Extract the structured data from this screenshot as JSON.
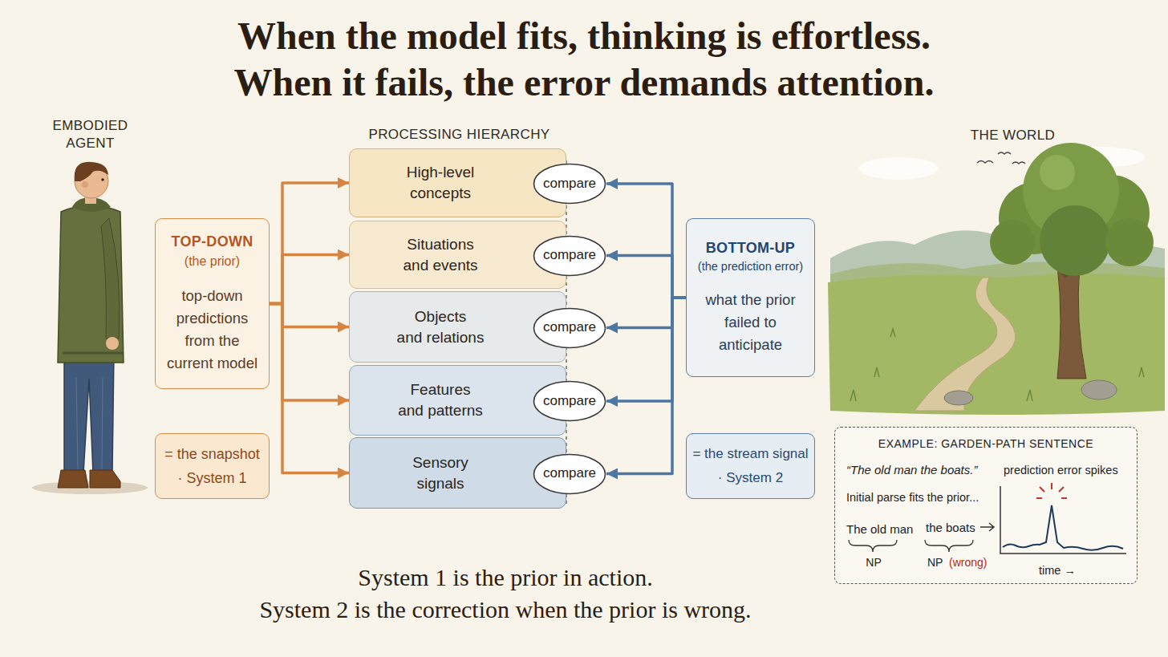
{
  "diagram": {
    "title": "When the model fits, thinking is effortless. When it fails, the error demands attention.",
    "caption": "System 1 is the prior in action. System 2 is the correction when the prior is wrong.",
    "nodes": [
      {
        "text": [
          "TOP-DOWN",
          "(the prior)",
          "top-down predictions from the current model"
        ]
      },
      {
        "text": [
          "= the snapshot · System 1"
        ]
      },
      {
        "text": [
          "High-level concepts"
        ]
      },
      {
        "text": [
          "compare"
        ],
        "in": 2
      },
      {
        "text": [
          "Situations and events"
        ]
      },
      {
        "text": [
          "compare"
        ],
        "in": 4
      },
      {
        "text": [
          "Objects and relations"
        ]
      },
      {
        "text": [
          "compare"
        ],
        "in": 6
      },
      {
        "text": [
          "Features and patterns"
        ]
      },
      {
        "text": [
          "compare"
        ],
        "in": 8
      },
      {
        "text": [
          "Sensory signals"
        ]
      },
      {
        "text": [
          "compare"
        ],
        "in": 10
      },
      {
        "text": [
          "BOTTOM-UP",
          "(the prediction error)",
          "what the prior failed to anticipate"
        ]
      },
      {
        "text": [
          "= the stream signal · System 2"
        ]
      },
      {
        "text": [
          "EXAMPLE: GARDEN-PATH SENTENCE",
          "“The old man the boats.”",
          "Initial parse fits the prior...",
          "The old man",
          "the boats",
          "NP",
          "NP",
          "(wrong)",
          "prediction error spikes",
          "time →"
        ]
      }
    ],
    "edges": [
      {
        "from": 0,
        "to": 2,
        "arrow": "to"
      },
      {
        "from": 0,
        "to": 4,
        "arrow": "to"
      },
      {
        "from": 0,
        "to": 6,
        "arrow": "to"
      },
      {
        "from": 0,
        "to": 8,
        "arrow": "to"
      },
      {
        "from": 0,
        "to": 10,
        "arrow": "to"
      },
      {
        "from": 12,
        "to": 3,
        "arrow": "to"
      },
      {
        "from": 12,
        "to": 5,
        "arrow": "to"
      },
      {
        "from": 12,
        "to": 7,
        "arrow": "to"
      },
      {
        "from": 12,
        "to": 9,
        "arrow": "to"
      },
      {
        "from": 12,
        "to": 11,
        "arrow": "to"
      }
    ],
    "labels": [
      "EMBODIED AGENT",
      "PROCESSING HIERARCHY",
      "THE WORLD"
    ]
  }
}
